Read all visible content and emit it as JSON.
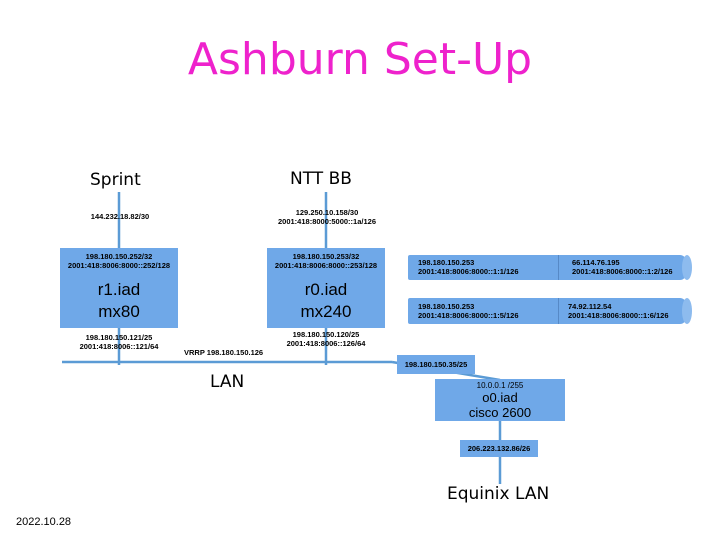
{
  "title": "Ashburn Set-Up",
  "isps": {
    "sprint": "Sprint",
    "ntt": "NTT BB",
    "equinix": "Equinix LAN"
  },
  "uplinks": {
    "sprint": [
      "144.232.18.82/30"
    ],
    "ntt": [
      "129.250.10.158/30",
      "2001:418:8000:5000::1a/126"
    ]
  },
  "routers": {
    "r1": {
      "top": [
        "198.180.150.252/32",
        "2001:418:8006:8000::252/128"
      ],
      "name": "r1.iad",
      "model": "mx80",
      "bottom": [
        "198.180.150.121/25",
        "2001:418:8006::121/64"
      ]
    },
    "r0": {
      "top": [
        "198.180.150.253/32",
        "2001:418:8006:8000::253/128"
      ],
      "name": "r0.iad",
      "model": "mx240",
      "bottom": [
        "198.180.150.120/25",
        "2001:418:8006::126/64"
      ]
    },
    "o0": {
      "top": "10.0.0.1 /255",
      "name": "o0.iad",
      "model": "cisco 2600"
    }
  },
  "lan": {
    "vrrp": "VRRP 198.180.150.126",
    "label": "LAN",
    "o0_link": "198.180.150.35/25",
    "equinix_link": "206.223.132.86/26"
  },
  "tunnels": [
    {
      "left": [
        "198.180.150.253",
        "2001:418:8006:8000::1:1/126"
      ],
      "right": [
        "66.114.76.195",
        "2001:418:8006:8000::1:2/126"
      ]
    },
    {
      "left": [
        "198.180.150.253",
        "2001:418:8006:8000::1:5/126"
      ],
      "right": [
        "74.92.112.54",
        "2001:418:8006:8000::1:6/126"
      ]
    }
  ],
  "date": "2022.10.28",
  "colors": {
    "title": "#ee22cc",
    "box": "#6fa8e8",
    "line": "#5b9bd5"
  }
}
